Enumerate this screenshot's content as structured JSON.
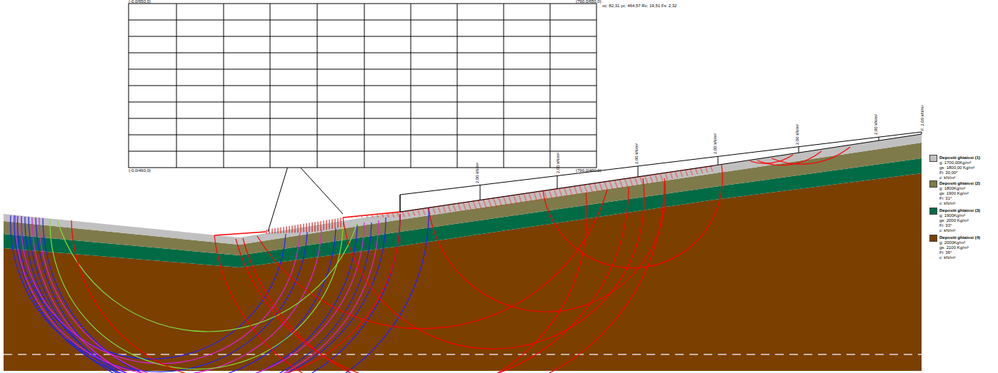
{
  "diagram": {
    "labels": [
      "(-0,0/650,0)",
      "(790,0/650,0)",
      "(-0,0/460,0)",
      "(790,0/460,0)",
      "xc: 82,31 yc: 464,57 Rc: 19,51 Fs: 2,32",
      "2,00 kN/m²",
      "2,00 kN/m²",
      "2,00 kN/m²",
      "2,00 kN/m²",
      "2,00 kN/m²",
      "2,00 kN/m²",
      "F. 2,00 kN/m²",
      "g: 1700,00Kg/m³",
      "gs: 1800,00 Kg/m³",
      "Fi: 30,00°",
      "c: kN/m²",
      "g: 1800Kg/m³",
      "gs: 1900 Kg/m³",
      "Fi: 31°",
      "c: kN/m²",
      "g: 1900Kg/m³",
      "gs: 2000 Kg/m³",
      "Fi: 33°",
      "c: kN/m²",
      "g: 2000Kg/m³",
      "gs: 2100 Kg/m³",
      "Fi: 36°",
      "c: kN/m²"
    ],
    "legend": [
      {
        "text": "Depositi ghiaiosi (1)",
        "color": "#c0c0c0"
      },
      {
        "text": "Depositi ghiaiosi (2)",
        "color": "#7f7a4a"
      },
      {
        "text": "Depositi ghiaiosi (3)",
        "color": "#006b45"
      },
      {
        "text": "Depositi ghiaiosi (4)",
        "color": "#7b3f00"
      }
    ]
  }
}
